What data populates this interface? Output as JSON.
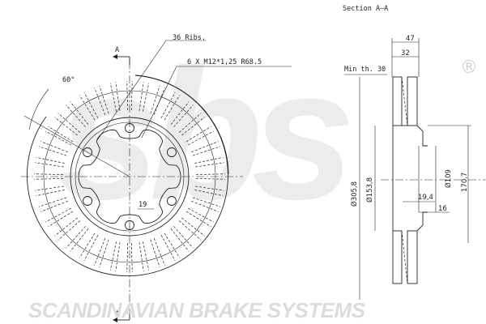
{
  "watermark": {
    "logo_text": "sbs",
    "registered_mark": "®",
    "company": "SCANDINAVIAN BRAKE SYSTEMS"
  },
  "front_view": {
    "section_marker_top": "A",
    "section_marker_bottom": "A",
    "angle_label": "60°",
    "ribs_label": "36 Ribs.",
    "bolt_label": "6 X M12*1,25 R68.5",
    "inner_dim": "19",
    "rib_count": 36,
    "bolt_count": 6
  },
  "section_view": {
    "title": "Section A–A",
    "min_thickness": "Min th. 30",
    "dims": {
      "overall_width": "47",
      "disc_thickness": "32",
      "outer_diameter": "Ø305,8",
      "hat_diameter": "Ø153,8",
      "center_bore": "Ø109",
      "height": "170,7",
      "offset": "19,4",
      "flange": "16"
    }
  }
}
